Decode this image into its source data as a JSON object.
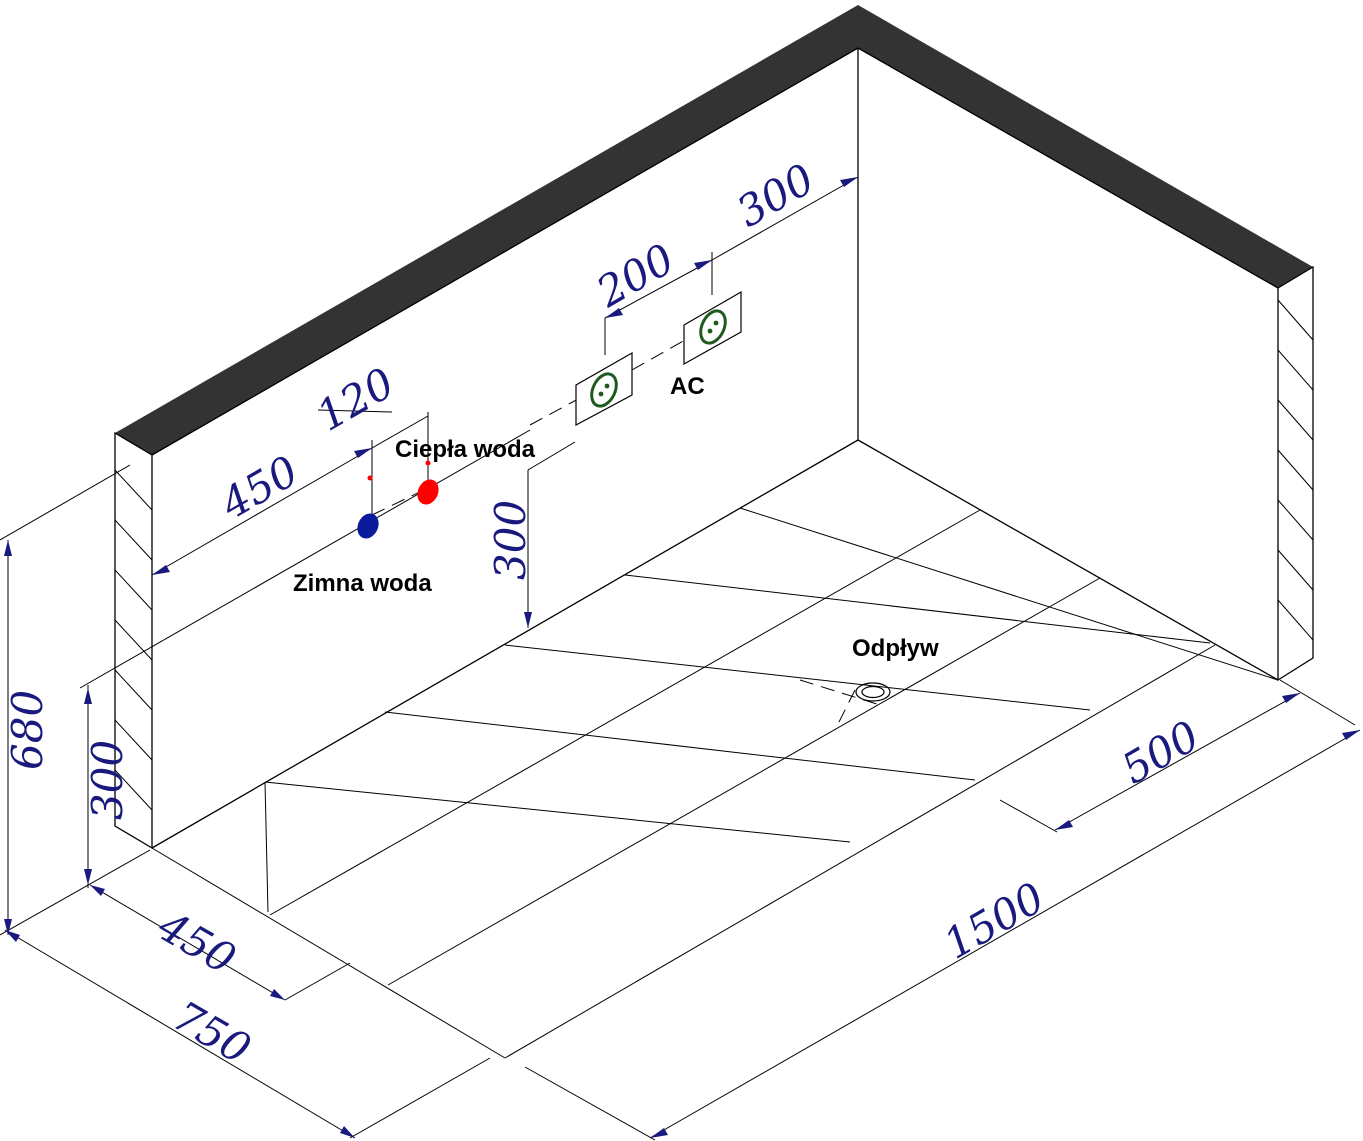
{
  "colors": {
    "line": "#000000",
    "dimension": "#1a1a7e",
    "wall_top": "#333333",
    "cold_water": "#0c1a9c",
    "hot_water": "#ff0000",
    "socket": "#1f5a1f",
    "background": "#ffffff"
  },
  "labels": {
    "hot_water": "Ciepła woda",
    "cold_water": "Zimna woda",
    "ac": "AC",
    "drain": "Odpływ"
  },
  "dimensions": {
    "height_total": "680",
    "height_water": "300",
    "height_socket": "300",
    "width_depth": "750",
    "drain_offset_depth": "450",
    "length": "1500",
    "drain_offset_length": "500",
    "water_offset": "450",
    "water_spacing": "120",
    "socket_spacing": "200",
    "socket_offset": "300"
  }
}
